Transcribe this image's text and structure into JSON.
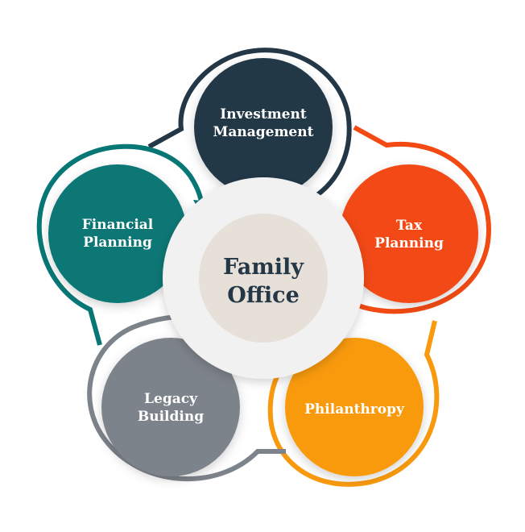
{
  "center": {
    "line1": "Family",
    "line2": "Office",
    "fill": "#e6e0d8",
    "ring": "#f1f1f1",
    "text_color": "#233746"
  },
  "nodes": [
    {
      "id": "investment",
      "line1": "Investment",
      "line2": "Management",
      "color": "#233746",
      "icon": "arrow-head-icon"
    },
    {
      "id": "tax",
      "line1": "Tax",
      "line2": "Planning",
      "color": "#f24a12",
      "icon": "arrow-head-icon"
    },
    {
      "id": "philanthropy",
      "line1": "Philanthropy",
      "line2": "",
      "color": "#f99a0e",
      "icon": "arrow-head-icon"
    },
    {
      "id": "legacy",
      "line1": "Legacy",
      "line2": "Building",
      "color": "#7d838a",
      "icon": "arrow-head-icon"
    },
    {
      "id": "financial",
      "line1": "Financial",
      "line2": "Planning",
      "color": "#077775",
      "icon": "arrow-head-icon"
    }
  ]
}
